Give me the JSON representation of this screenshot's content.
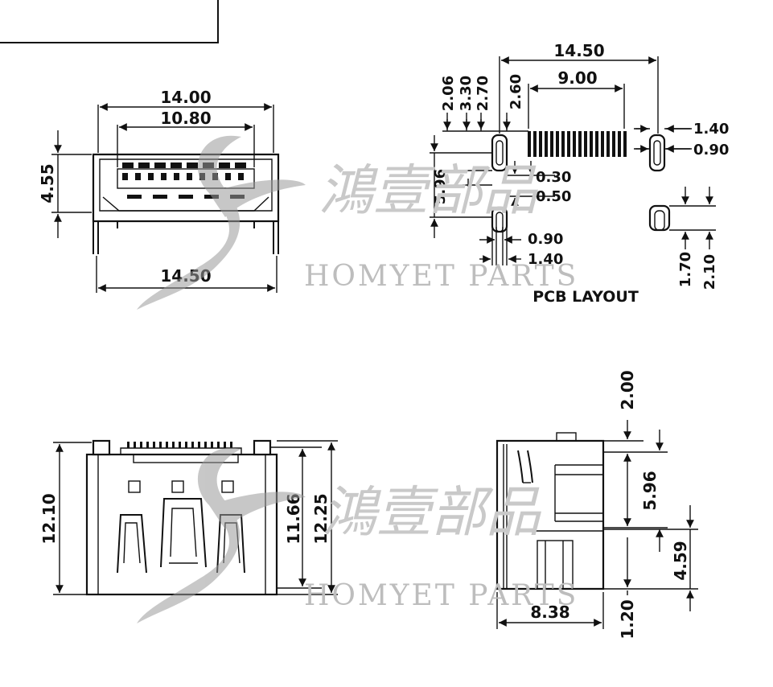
{
  "views": {
    "front": {
      "dims": {
        "top_outer": "14.00",
        "top_inner": "10.80",
        "left_height": "4.55",
        "bottom_width": "14.50"
      }
    },
    "pcb": {
      "title": "PCB LAYOUT",
      "dims": {
        "overall": "14.50",
        "pitch_span": "9.00",
        "d206": "2.06",
        "d330": "3.30",
        "d270": "2.70",
        "d260": "2.60",
        "d140_top": "1.40",
        "d090_top": "0.90",
        "d030": "0.30",
        "d050": "0.50",
        "d596": "5.96",
        "d090_bot": "0.90",
        "d140_bot": "1.40",
        "d170": "1.70",
        "d210": "2.10"
      }
    },
    "bottom": {
      "dims": {
        "left": "12.10",
        "mid": "11.66",
        "right": "12.25"
      }
    },
    "side": {
      "dims": {
        "d200": "2.00",
        "d596": "5.96",
        "d459": "4.59",
        "d838": "8.38",
        "d120": "1.20"
      }
    }
  },
  "watermark": {
    "chinese": "鴻壹部品",
    "english": "HOMYET PARTS"
  }
}
